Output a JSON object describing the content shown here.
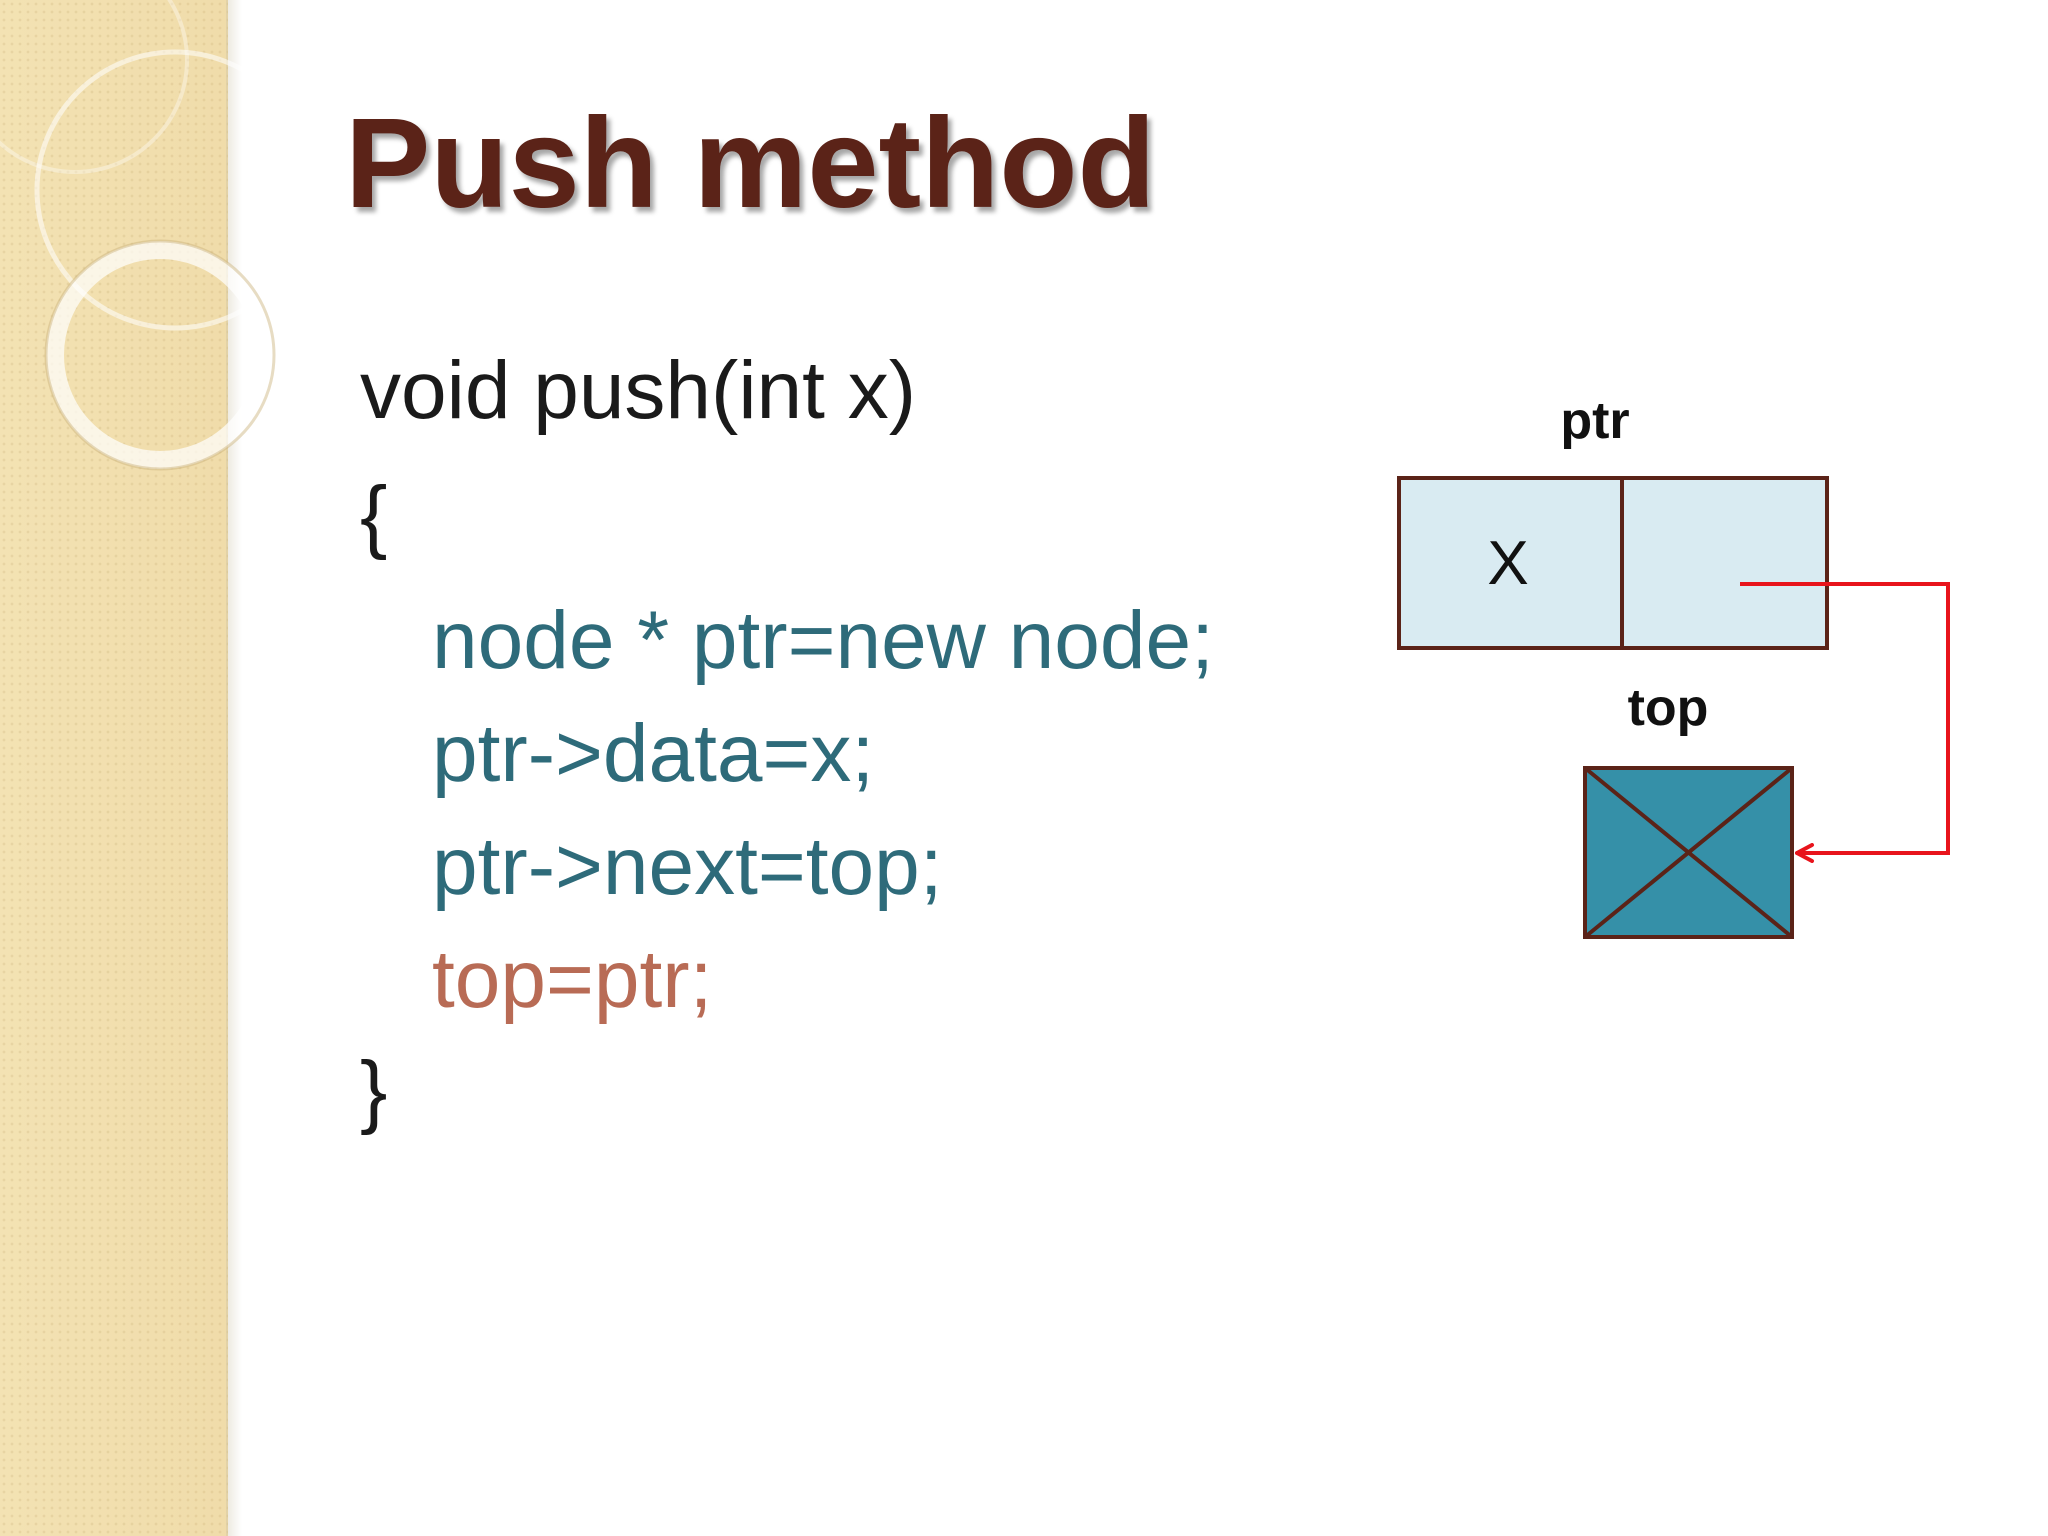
{
  "slide": {
    "title": "Push method"
  },
  "code": {
    "signature": "void push(int x)",
    "open_brace": "{",
    "line_1": "node * ptr=new node;",
    "line_2": "ptr->data=x;",
    "line_3": "ptr->next=top;",
    "line_4": "top=ptr;",
    "close_brace": "}"
  },
  "diagram": {
    "ptr_label": "ptr",
    "node_value": "X",
    "top_label": "top",
    "colors": {
      "node_fill": "#d9ebf2",
      "node_border": "#5b2318",
      "top_fill": "#3590a8",
      "arrow": "#e8141c"
    }
  },
  "colors": {
    "title": "#5b2318",
    "code_dark": "#1a1a1a",
    "code_teal": "#2e6b7a",
    "code_highlight": "#b86b55",
    "side_panel": "#f1dfae"
  }
}
